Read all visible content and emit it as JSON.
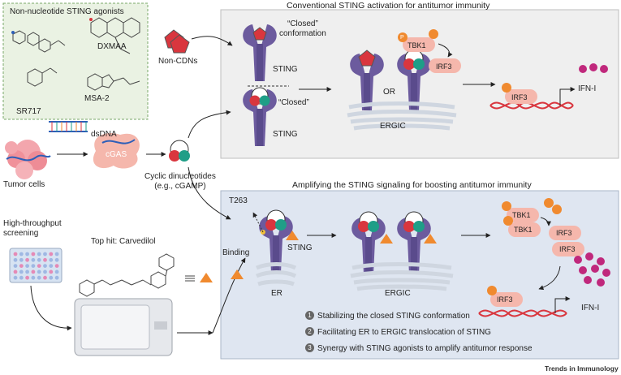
{
  "agonists": {
    "title": "Non-nucleotide STING agonists",
    "compounds": [
      "DXMAA",
      "SR717",
      "MSA-2"
    ]
  },
  "conventional": {
    "title": "Conventional STING activation for antitumor immunity",
    "non_cdns": "Non-CDNs",
    "closed_conformation": "“Closed”\nconformation",
    "closed": "“Closed”",
    "sting_top": "STING",
    "sting_bottom": "STING",
    "or": "OR",
    "ergic": "ERGIC",
    "tbk1": "TBK1",
    "irf3_a": "IRF3",
    "irf3_b": "IRF3",
    "ifn": "IFN-I",
    "p": "P"
  },
  "pathway": {
    "tumor_cells": "Tumor cells",
    "dsdna": "dsDNA",
    "cgas": "cGAS",
    "cdn": "Cyclic dinucleotides\n(e.g., cGAMP)"
  },
  "screening": {
    "hts": "High-throughput\nscreening",
    "top_hit": "Top hit: Carvedilol"
  },
  "amplifying": {
    "title": "Amplifying the STING signaling for boosting antitumor immunity",
    "t263": "T263",
    "binding": "Binding",
    "sting": "STING",
    "er": "ER",
    "ergic": "ERGIC",
    "tbk1_a": "TBK1",
    "tbk1_b": "TBK1",
    "irf3_a": "IRF3",
    "irf3_b": "IRF3",
    "irf3_c": "IRF3",
    "ifn": "IFN-I",
    "points": [
      {
        "n": "1",
        "text": "Stabilizing the closed STING conformation"
      },
      {
        "n": "2",
        "text": "Facilitating ER to ERGIC translocation of STING"
      },
      {
        "n": "3",
        "text": "Synergy with STING agonists to amplify antitumor response"
      }
    ]
  },
  "footer": "Trends in Immunology",
  "colors": {
    "sting_purple": "#6c5b9e",
    "panel_top": "#efefef",
    "panel_bottom": "#dfe6f1",
    "agonist_box": "#eaf2e3",
    "red": "#d9363e",
    "green": "#1f9e87",
    "orange": "#f08a2f",
    "magenta": "#c0287c",
    "pink_protein": "#f5b7ac"
  }
}
